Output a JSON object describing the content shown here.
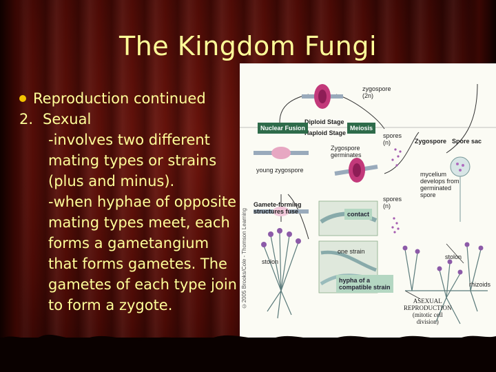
{
  "slide": {
    "title": "The Kingdom Fungi",
    "bullet": "Reproduction continued",
    "numbered": {
      "num": "2.",
      "text": "Sexual"
    },
    "lines_block1": [
      "-involves two different",
      "mating types or strains",
      "(plus and minus)."
    ],
    "lines_block2": [
      "-when hyphae of opposite",
      "mating types meet, each",
      "forms a gametangium",
      "that forms gametes. The",
      "gametes of each type join",
      "to form a zygote."
    ]
  },
  "figure": {
    "credit": "©2005 Brooks/Cole - Thomson Learning",
    "labels": {
      "zygospore_top": "zygospore",
      "zygospore_top_n": "(2n)",
      "diploid": "Diploid Stage",
      "haploid": "Haploid Stage",
      "nuclear_fusion": "Nuclear Fusion",
      "meiosis": "Meiosis",
      "spores_n1": "spores",
      "spores_n1b": "(n)",
      "zygospore_right": "Zygospore",
      "spore_sac": "Spore sac",
      "zygospore_germinates": "Zygospore",
      "zygospore_germinates_b": "germinates",
      "young_zygospore": "young zygospore",
      "mycelium_1": "mycelium",
      "mycelium_2": "develops from",
      "mycelium_3": "germinated",
      "mycelium_4": "spore",
      "spores_n2": "spores",
      "spores_n2b": "(n)",
      "gamete_1": "Gamete-forming",
      "gamete_2": "structures fuse",
      "contact": "contact",
      "one_strain": "one strain",
      "stolon_left": "stolon",
      "stolon_right": "stolon",
      "hypha_1": "hypha of a",
      "hypha_2": "compatible strain",
      "rhizoids": "rhizoids",
      "asexual_1": "ASEXUAL",
      "asexual_2": "REPRODUCTION",
      "asexual_3": "(mitotic cell",
      "asexual_4": "division)"
    }
  },
  "colors": {
    "text": "#ffff99",
    "bullet": "#f3c400",
    "background": "#4a0a05",
    "figure_bg": "#fbfbf4",
    "box_dark": "#2e6b4a",
    "zygospore": "#c2397a"
  }
}
